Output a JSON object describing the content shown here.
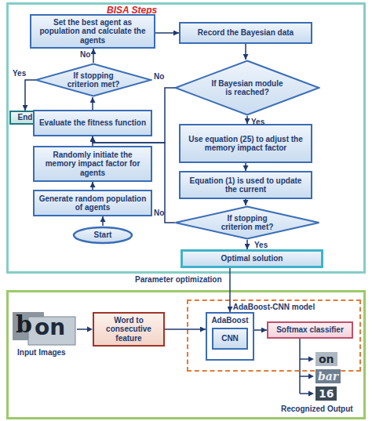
{
  "diagram": {
    "nodes": [
      {
        "text": [
          "BISA Steps"
        ]
      },
      {
        "text": [
          "Set the best agent as population and calculate the agents"
        ],
        "in": 0
      },
      {
        "text": [
          "Record the Bayesian data"
        ],
        "in": 0
      },
      {
        "text": [
          "If stopping criterion met?"
        ],
        "in": 0
      },
      {
        "text": [
          "End"
        ],
        "in": 0
      },
      {
        "text": [
          "If Bayesian module is reached?"
        ],
        "in": 0
      },
      {
        "text": [
          "Evaluate the fitness function"
        ],
        "in": 0
      },
      {
        "text": [
          "Use equation (25) to adjust the memory impact factor"
        ],
        "in": 0
      },
      {
        "text": [
          "Randomly initiate the memory impact factor for agents"
        ],
        "in": 0
      },
      {
        "text": [
          "Equation (1) is used to update the current"
        ],
        "in": 0
      },
      {
        "text": [
          "Generate random population of agents"
        ],
        "in": 0
      },
      {
        "text": [
          "If stopping criterion met?"
        ],
        "in": 0
      },
      {
        "text": [
          "Start"
        ],
        "in": 0
      },
      {
        "text": [
          "Optimal solution"
        ],
        "in": 0
      },
      {
        "text": [
          "AdaBoost-CNN model"
        ]
      },
      {
        "text": [
          "AdaBoost"
        ],
        "in": 14
      },
      {
        "text": [
          "CNN"
        ],
        "in": 15
      },
      {
        "text": [
          "Softmax classifier"
        ],
        "in": 14
      },
      {
        "text": [
          "Word to consecutive feature"
        ]
      }
    ],
    "edges": [
      {
        "from": 1,
        "to": 2,
        "arrow": "to"
      },
      {
        "from": 2,
        "to": 5,
        "arrow": "to"
      },
      {
        "from": 5,
        "to": 7,
        "label": "Yes",
        "arrow": "to"
      },
      {
        "from": 5,
        "to": 6,
        "label": "No",
        "arrow": "to"
      },
      {
        "from": 7,
        "to": 9,
        "arrow": "to"
      },
      {
        "from": 9,
        "to": 11,
        "arrow": "to"
      },
      {
        "from": 11,
        "to": 6,
        "label": "No",
        "arrow": "to"
      },
      {
        "from": 11,
        "to": 13,
        "label": "Yes",
        "arrow": "to"
      },
      {
        "from": 12,
        "to": 10,
        "arrow": "to"
      },
      {
        "from": 10,
        "to": 8,
        "arrow": "to"
      },
      {
        "from": 8,
        "to": 6,
        "arrow": "to"
      },
      {
        "from": 6,
        "to": 3,
        "arrow": "to"
      },
      {
        "from": 3,
        "to": 1,
        "label": "No",
        "arrow": "to"
      },
      {
        "from": 3,
        "to": 4,
        "label": "Yes",
        "arrow": "to"
      },
      {
        "from": 13,
        "to": 15,
        "label": "Parameter optimization",
        "arrow": "to"
      },
      {
        "from": 18,
        "to": 15,
        "arrow": "to"
      },
      {
        "from": 15,
        "to": 17,
        "arrow": "to"
      }
    ],
    "labels": [
      "b",
      "on",
      "Input Images",
      "on",
      "bar",
      "16",
      "Recognized Output"
    ]
  }
}
